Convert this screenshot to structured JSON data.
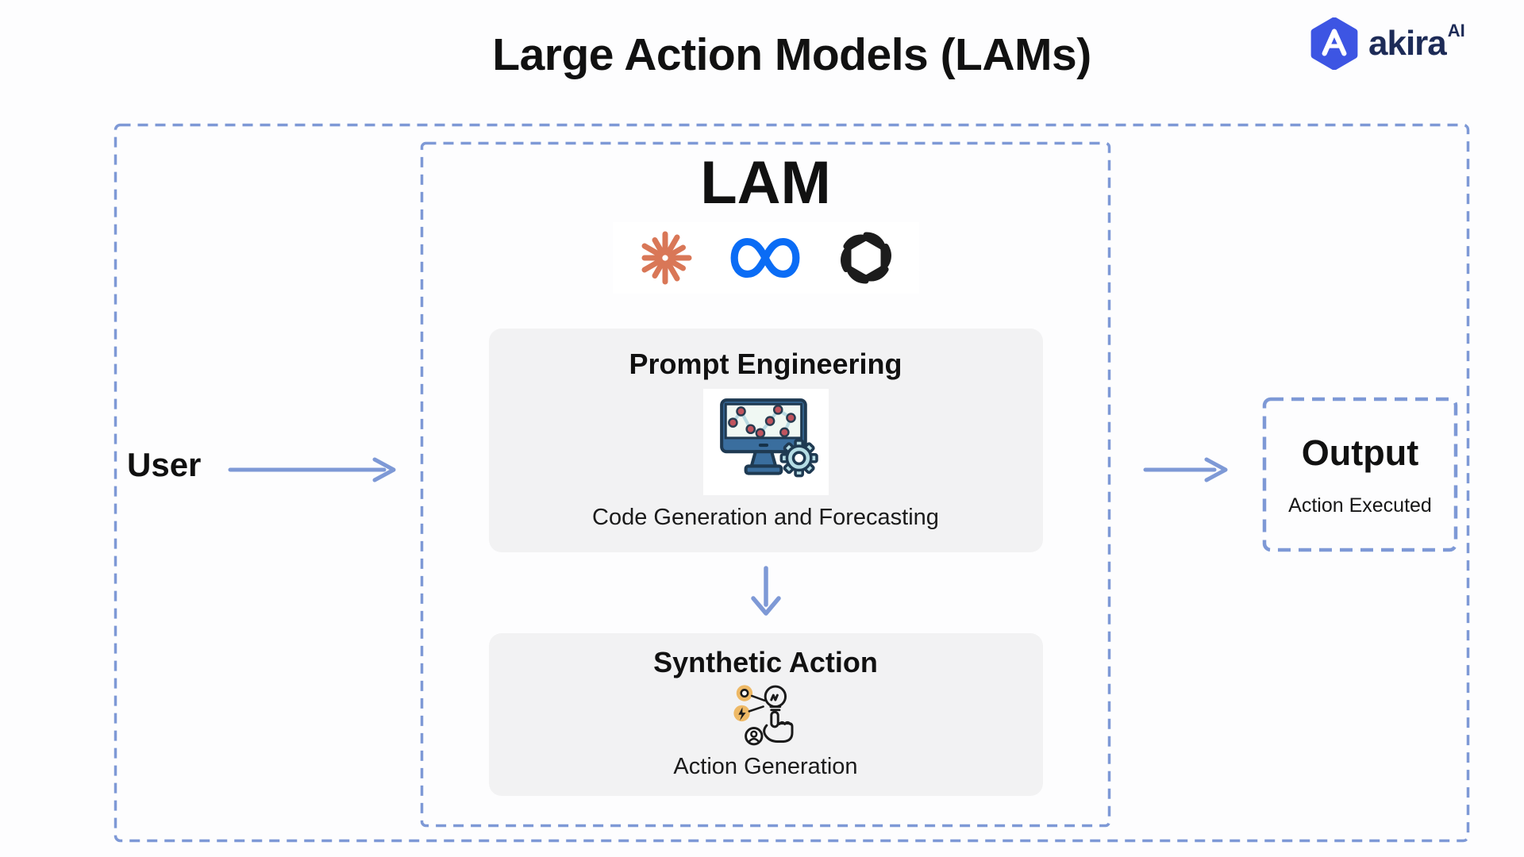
{
  "page": {
    "title": "Large Action Models (LAMs)"
  },
  "brand": {
    "name": "akira",
    "superscript": "AI"
  },
  "colors": {
    "dashed_border": "#7E99D6",
    "arrow": "#7E99D6",
    "card_background": "#F2F2F3",
    "brand_blue": "#3D55E3",
    "brand_navy": "#1D2B57",
    "anthropic_orange": "#D97757",
    "meta_blue": "#0A6CF5",
    "openai_black": "#1C1C1C"
  },
  "diagram": {
    "user_label": "User",
    "lam": {
      "title": "LAM",
      "model_logos": [
        "anthropic-starburst",
        "meta-infinity",
        "openai-knot"
      ],
      "steps": [
        {
          "title": "Prompt Engineering",
          "caption": "Code Generation and Forecasting",
          "icon": "monitor-analytics"
        },
        {
          "title": "Synthetic Action",
          "caption": "Action Generation",
          "icon": "hand-lightbulb"
        }
      ]
    },
    "output": {
      "title": "Output",
      "caption": "Action Executed"
    }
  }
}
